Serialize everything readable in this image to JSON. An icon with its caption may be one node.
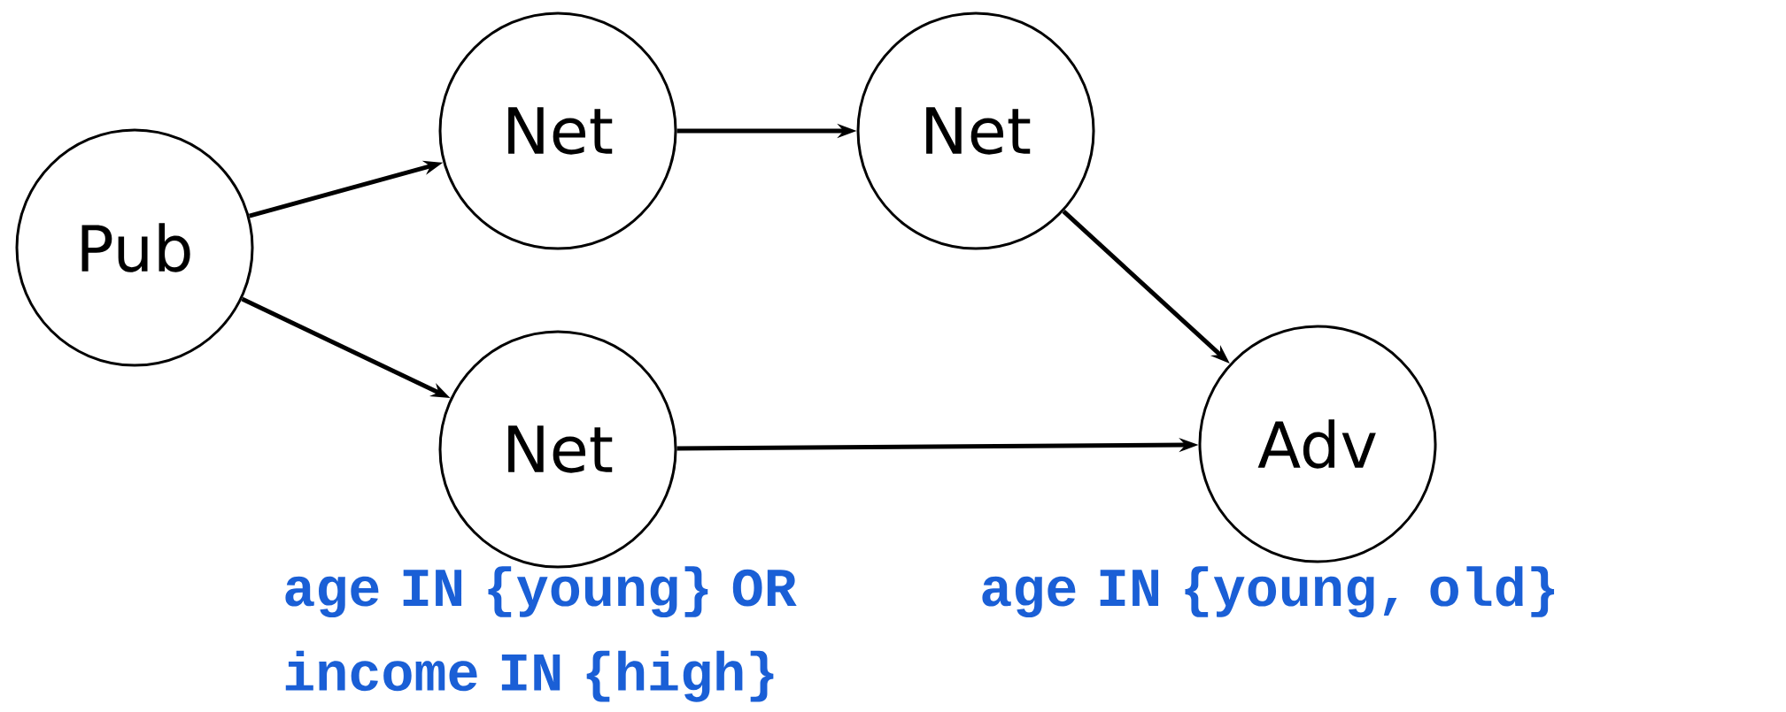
{
  "diagram": {
    "nodes": [
      {
        "text": [
          "Pub"
        ]
      },
      {
        "text": [
          "Net"
        ]
      },
      {
        "text": [
          "Net"
        ]
      },
      {
        "text": [
          "Net"
        ]
      },
      {
        "text": [
          "Adv"
        ]
      }
    ],
    "edges": [
      {
        "from": 0,
        "to": 1,
        "arrow": "to"
      },
      {
        "from": 0,
        "to": 3,
        "arrow": "to"
      },
      {
        "from": 1,
        "to": 2,
        "arrow": "to"
      },
      {
        "from": 2,
        "to": 4,
        "arrow": "to"
      },
      {
        "from": 3,
        "to": 4,
        "arrow": "to"
      }
    ],
    "labels": [
      "age IN {young} OR income IN {high}",
      "age IN {young, old}"
    ]
  }
}
